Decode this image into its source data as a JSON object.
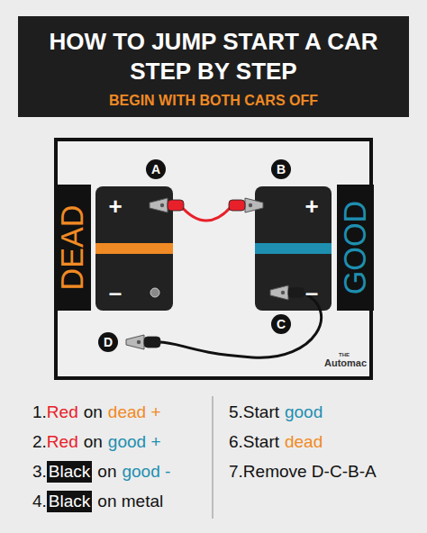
{
  "diagram": {
    "title": "HOW TO JUMP START A CAR STEP BY STEP",
    "nodes": [
      {
        "text": [
          "A"
        ]
      },
      {
        "text": [
          "B"
        ]
      },
      {
        "text": [
          "DEAD"
        ]
      },
      {
        "text": [
          "+",
          "–"
        ]
      },
      {
        "text": [
          "+",
          "–"
        ]
      },
      {
        "text": [
          "GOOD"
        ]
      },
      {
        "text": [
          "C"
        ]
      },
      {
        "text": [
          "D"
        ]
      }
    ],
    "labels": [
      "BEGIN WITH BOTH CARS OFF",
      "1.",
      "Red",
      "on",
      "dead +",
      "2.",
      "Red",
      "on",
      "good +",
      "3.",
      "Black",
      "on",
      "good -",
      "4.",
      "Black",
      "on metal",
      "5.",
      "Start",
      "good",
      "6.",
      "Start",
      "dead",
      "7.Remove D-C-B-A",
      "THE",
      "Automac"
    ]
  }
}
